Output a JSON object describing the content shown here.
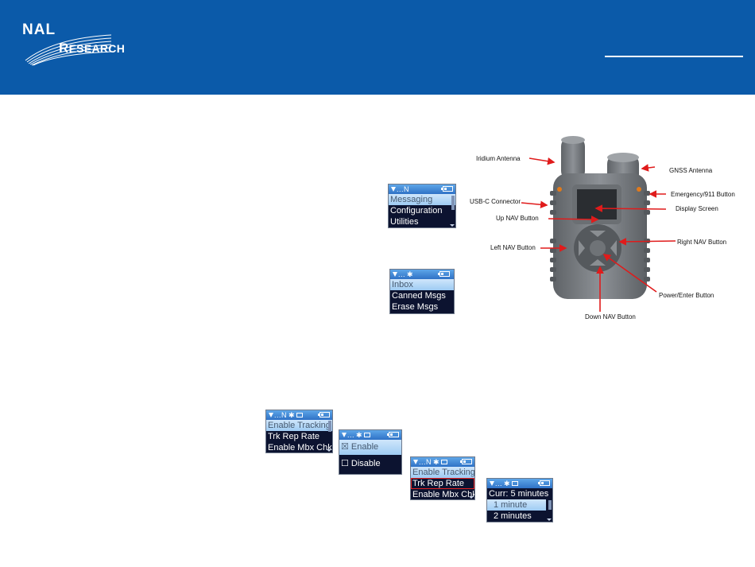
{
  "brand": {
    "line1": "NAL",
    "line2_cap": "R",
    "line2_rest": "ESEARCH",
    "color": "#0b5aa9"
  },
  "screens": {
    "main_menu": {
      "status": "N",
      "items": [
        "Messaging",
        "Configuration",
        "Utilities"
      ],
      "selected": 0
    },
    "messaging_menu": {
      "items": [
        "Inbox",
        "Canned Msgs",
        "Erase Msgs"
      ],
      "selected": 0
    },
    "tracking_menu_1": {
      "status": "N",
      "items": [
        "Enable Tracking",
        "Trk Rep Rate",
        "Enable Mbx Chk"
      ],
      "selected": 0
    },
    "enable_options": {
      "items": [
        "☒ Enable",
        "☐ Disable"
      ],
      "selected": 0
    },
    "tracking_menu_2": {
      "status": "N",
      "items": [
        "Enable Tracking",
        "Trk Rep Rate",
        "Enable Mbx Chk"
      ],
      "selected": 0,
      "highlighted": 1
    },
    "rate_menu": {
      "header": "Curr: 5 minutes",
      "items": [
        "1 minute",
        "2 minutes"
      ],
      "selected": 0
    }
  },
  "device_labels": {
    "iridium_antenna": "Iridium Antenna",
    "gnss_antenna": "GNSS Antenna",
    "usb_c": "USB-C Connector",
    "emergency": "Emergency/911 Button",
    "display": "Display Screen",
    "up_nav": "Up NAV Button",
    "right_nav": "Right NAV Button",
    "left_nav": "Left NAV Button",
    "power_enter": "Power/Enter Button",
    "down_nav": "Down NAV Button"
  },
  "colors": {
    "arrow": "#e01b1b",
    "lcd_bg": "#0c1330",
    "lcd_select": "#a8d1f5",
    "device_body": "#7b7f84"
  }
}
